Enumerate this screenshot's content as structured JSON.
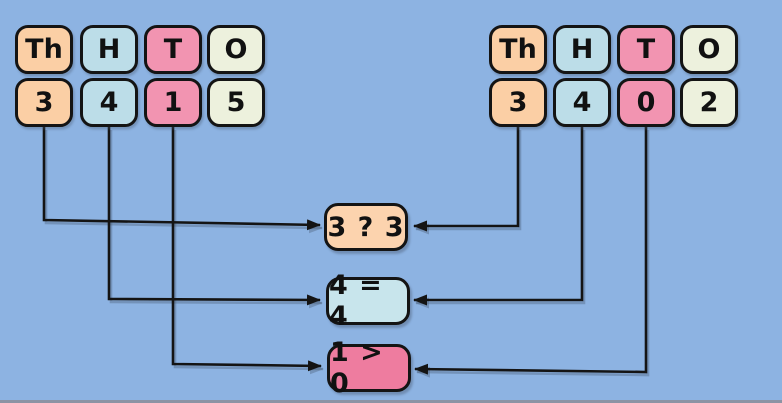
{
  "palette": {
    "background": "#8DB3E2",
    "outline": "#141414",
    "arrow": "#141414",
    "bottom_edge": "#8C93A4",
    "peach": "#FBCFA5",
    "aqua": "#BCDDE8",
    "pink": "#F294B1",
    "cream": "#EDF1DD",
    "cmp_peach": "#FCD3AE",
    "cmp_aqua": "#C8E5EC",
    "cmp_pink": "#EE7C9F"
  },
  "left_number": {
    "headers": [
      {
        "label": "Th",
        "fill": "#FBCFA5"
      },
      {
        "label": "H",
        "fill": "#BCDDE8"
      },
      {
        "label": "T",
        "fill": "#F294B1"
      },
      {
        "label": "O",
        "fill": "#EDF1DD"
      }
    ],
    "digits": [
      {
        "label": "3",
        "fill": "#FBCFA5"
      },
      {
        "label": "4",
        "fill": "#BCDDE8"
      },
      {
        "label": "1",
        "fill": "#F294B1"
      },
      {
        "label": "5",
        "fill": "#EDF1DD"
      }
    ]
  },
  "right_number": {
    "headers": [
      {
        "label": "Th",
        "fill": "#FBCFA5"
      },
      {
        "label": "H",
        "fill": "#BCDDE8"
      },
      {
        "label": "T",
        "fill": "#F294B1"
      },
      {
        "label": "O",
        "fill": "#EDF1DD"
      }
    ],
    "digits": [
      {
        "label": "3",
        "fill": "#FBCFA5"
      },
      {
        "label": "4",
        "fill": "#BCDDE8"
      },
      {
        "label": "0",
        "fill": "#F294B1"
      },
      {
        "label": "2",
        "fill": "#EDF1DD"
      }
    ]
  },
  "comparisons": [
    {
      "label": "3 ? 3",
      "fill": "#FCD3AE"
    },
    {
      "label": "4 = 4",
      "fill": "#C8E5EC"
    },
    {
      "label": "1 > 0",
      "fill": "#EE7C9F"
    }
  ]
}
